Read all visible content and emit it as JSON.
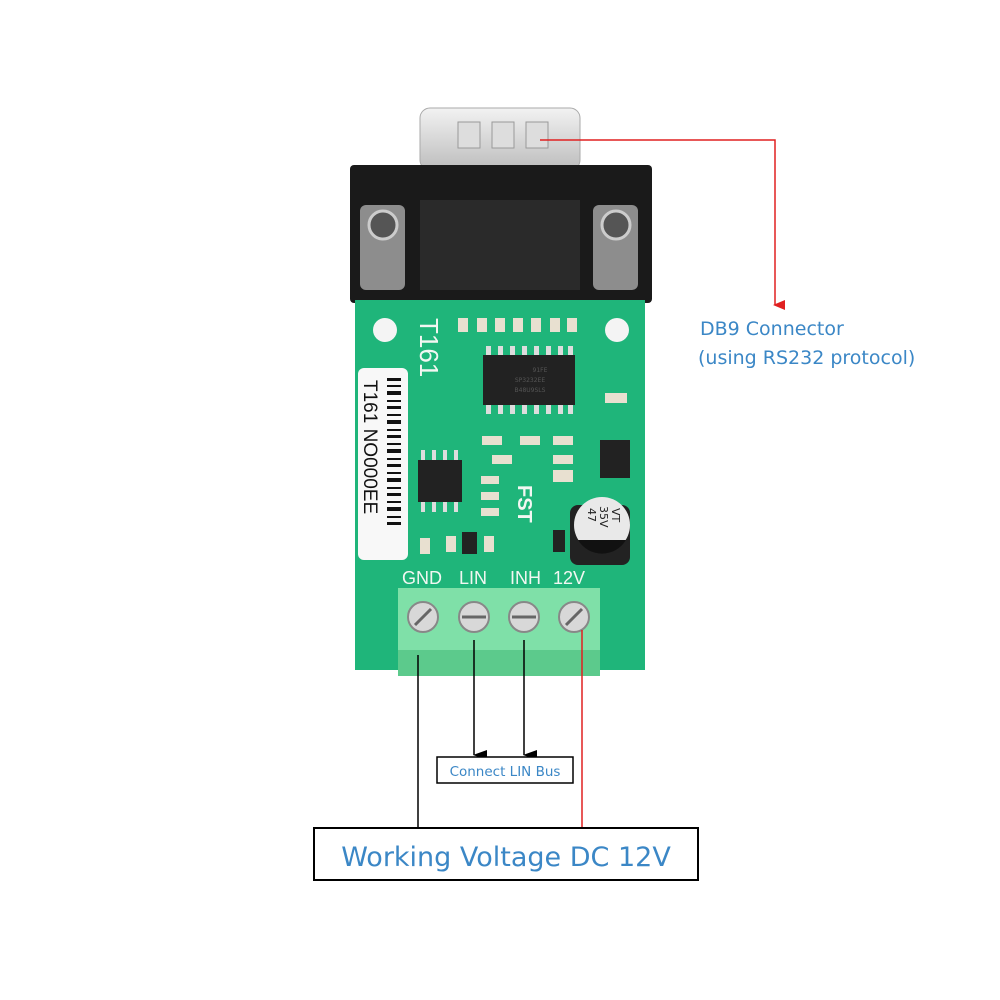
{
  "board": {
    "model_silk": "T161",
    "barcode_label": "T161  NO000EE",
    "logo": "FST",
    "capacitor_text": [
      "47",
      "35V",
      "VT"
    ],
    "chip_text": [
      "91FE",
      "SP3232EE",
      "B48U9SLS"
    ],
    "pin_labels": [
      "GND",
      "LIN",
      "INH",
      "12V"
    ]
  },
  "annotations": {
    "db9_line1": "DB9 Connector",
    "db9_line2": "(using RS232 protocol)",
    "lin_bus": "Connect LIN Bus",
    "voltage": "Working Voltage DC 12V"
  },
  "colors": {
    "annotation_text": "#3b87c6",
    "pcb": "#1fb57a",
    "red_line": "#e02020"
  }
}
